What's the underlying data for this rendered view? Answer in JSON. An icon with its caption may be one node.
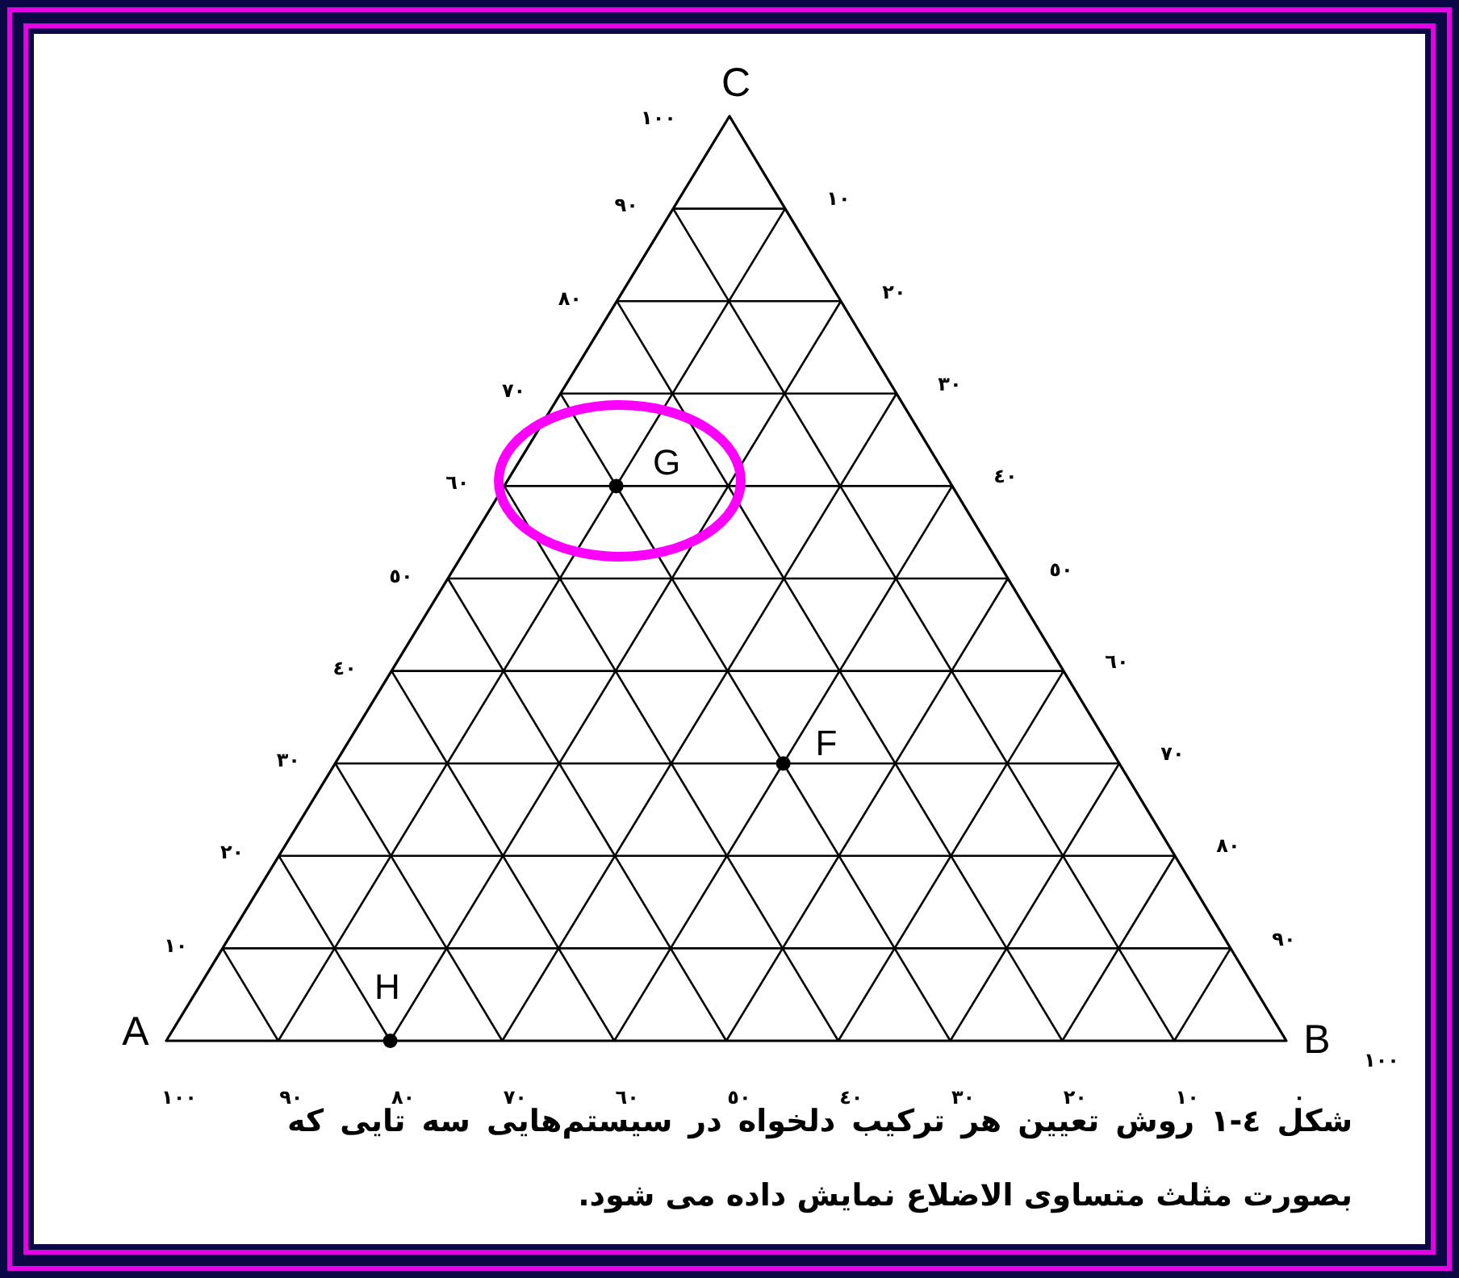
{
  "diagram": {
    "caption": "شکل ٤-١ روش تعیین هر ترکیب دلخواه در سیستم‌هایی سه تایی که بصورت مثلث متساوی الاضلاع نمایش داده می شود.",
    "nodes": [
      {
        "text": [
          "G"
        ]
      }
    ],
    "labels": [
      "C",
      "١٠٠",
      "٩٠",
      "٨٠",
      "٧٠",
      "٦٠",
      "٥٠",
      "٤٠",
      "٣٠",
      "٢٠",
      "١٠",
      "١٠",
      "٢٠",
      "٣٠",
      "٤٠",
      "٥٠",
      "٦٠",
      "٧٠",
      "٨٠",
      "٩٠",
      "A",
      "B",
      "١٠٠",
      "١٠٠",
      "٩٠",
      "٨٠",
      "٧٠",
      "٦٠",
      "٥٠",
      "٤٠",
      "٣٠",
      "٢٠",
      "١٠",
      "٠",
      "F",
      "H"
    ]
  }
}
